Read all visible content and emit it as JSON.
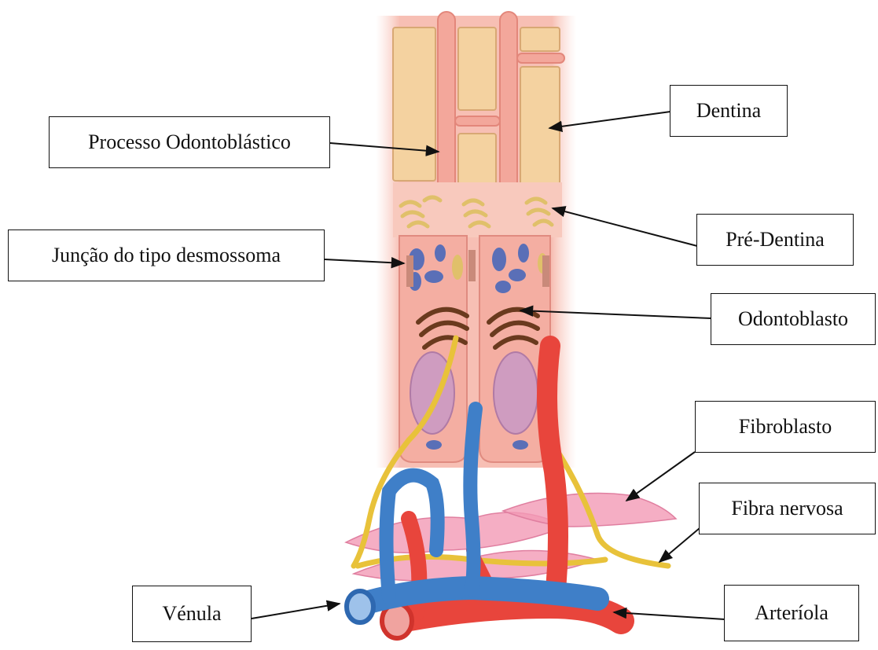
{
  "labels": {
    "dentina": "Dentina",
    "processo": "Processo Odontoblástico",
    "pre_dentina": "Pré-Dentina",
    "juncao": "Junção do tipo desmossoma",
    "odontoblasto": "Odontoblasto",
    "fibroblasto": "Fibroblasto",
    "fibra_nervosa": "Fibra nervosa",
    "venula": "Vénula",
    "arteriola": "Arteríola"
  },
  "colors": {
    "dentin": "#f4d2a0",
    "tissue": "#f4b3a8",
    "artery": "#e8453c",
    "vein": "#3f7fc8",
    "nerve": "#e8c23a",
    "fibroblast": "#f29ab5"
  }
}
